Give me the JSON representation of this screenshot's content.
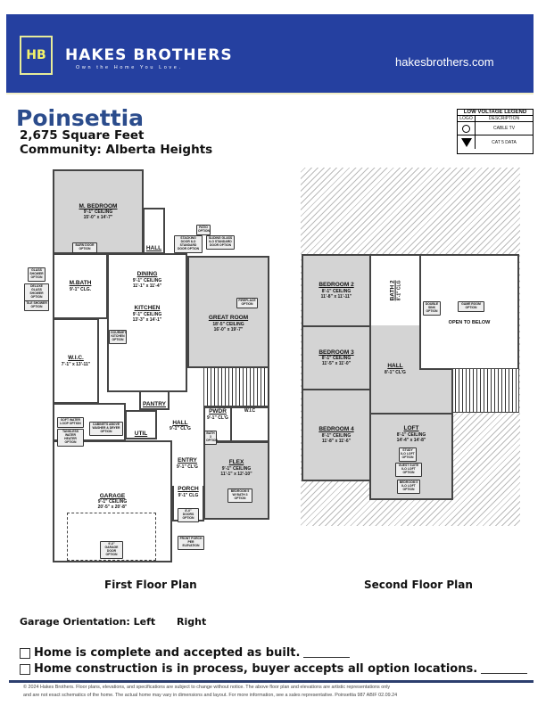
{
  "header": {
    "logo_text": "HB",
    "brand": "HAKES BROTHERS",
    "tagline": "Own the Home You Love.",
    "website": "hakesbrothers.com"
  },
  "plan": {
    "name": "Poinsettia",
    "square_feet": "2,675 Square Feet",
    "community": "Community: Alberta Heights"
  },
  "legend": {
    "title": "LOW VOLTAGE LEGEND",
    "col_logo": "LOGO",
    "col_desc": "DESCRIPTION",
    "items": [
      {
        "icon": "cable-tv-icon",
        "label": "CABLE TV"
      },
      {
        "icon": "cat5-data-icon",
        "label": "CAT 5 DATA"
      }
    ]
  },
  "first_floor": {
    "label": "First Floor Plan",
    "rooms": [
      {
        "name": "M. BEDROOM",
        "ceiling": "9'-1\"  CEILING",
        "size": "15'-0\" x 14'-7\""
      },
      {
        "name": "HALL",
        "ceiling": "",
        "size": ""
      },
      {
        "name": "M.BATH",
        "ceiling": "9'-1\" CLG.",
        "size": ""
      },
      {
        "name": "W.I.C.",
        "ceiling": "",
        "size": "7'-1\" x 13'-11\""
      },
      {
        "name": "DINING",
        "ceiling": "9'-1\"  CEILING",
        "size": "11'-1\" x 11'-4\""
      },
      {
        "name": "KITCHEN",
        "ceiling": "9'-1\"  CEILING",
        "size": "13'-3\" x 14'-1\""
      },
      {
        "name": "GREAT ROOM",
        "ceiling": "18'-5\"  CEILING",
        "size": "16'-0\" x 19'-7\""
      },
      {
        "name": "PANTRY",
        "ceiling": "",
        "size": ""
      },
      {
        "name": "UTIL",
        "ceiling": "",
        "size": ""
      },
      {
        "name": "HALL",
        "ceiling": "9'-1\" CL'G",
        "size": ""
      },
      {
        "name": "PWDR",
        "ceiling": "9'-1\" CL'G",
        "size": ""
      },
      {
        "name": "W.I.C",
        "ceiling": "",
        "size": ""
      },
      {
        "name": "ENTRY",
        "ceiling": "9'-1\" CL'G",
        "size": ""
      },
      {
        "name": "GARAGE",
        "ceiling": "9'-1\"  CEILING",
        "size": "20'-5\" x 20'-8\""
      },
      {
        "name": "FLEX",
        "ceiling": "9'-1\"  CEILING",
        "size": "11'-1\" x 12'-10\""
      },
      {
        "name": "PORCH",
        "ceiling": "9'-1\" CLG",
        "size": ""
      }
    ],
    "options": [
      "BARN DOOR OPTION",
      "GLASS SHOWER OPTION",
      "DELUXE GLASS SHOWER OPTION",
      "TILE SHOWER OPTION",
      "PATIO OPTION",
      "STACKING DOOR ILO STANDARD DOOR OPTION",
      "SLIDING GLASS ILO STANDARD DOOR OPTION",
      "FIREPLACE OPTION",
      "GOURMET KITCHEN OPTION",
      "SOFT WATER LOOP OPTION",
      "TANKLESS WATER HEATER OPTION",
      "CABINETS ABOVE WASHER & DRYER OPTION",
      "BATH 3 OPTION",
      "BEDROOM 5 W/ BATH 3 OPTION",
      "8'-0\" DOORS OPTION",
      "9'-0\" GARAGE DOOR OPTION",
      "FRONT PORCH PER ELEVATION"
    ]
  },
  "second_floor": {
    "label": "Second Floor Plan",
    "rooms": [
      {
        "name": "BEDROOM 2",
        "ceiling": "8'-1\"  CEILING",
        "size": "11'-8\" x 11'-11\""
      },
      {
        "name": "BATH 2",
        "ceiling": "8'-1\" CLG",
        "size": ""
      },
      {
        "name": "OPEN TO BELOW",
        "ceiling": "",
        "size": ""
      },
      {
        "name": "BEDROOM 3",
        "ceiling": "8'-1\"  CEILING",
        "size": "11'-5\" x 11'-0\""
      },
      {
        "name": "HALL",
        "ceiling": "8'-1\" CL'G",
        "size": ""
      },
      {
        "name": "BEDROOM 4",
        "ceiling": "8'-1\"  CEILING",
        "size": "11'-8\" x 11'-6\""
      },
      {
        "name": "LOFT",
        "ceiling": "8'-1\"  CEILING",
        "size": "14'-4\" x 14'-8\""
      }
    ],
    "options": [
      "DOUBLE SINK OPTION",
      "GAME ROOM OPTION",
      "STUDY ILO LOFT OPTION",
      "GUEST SUITE ILO LOFT OPTION",
      "BEDROOM 5 ILO LOFT OPTION"
    ]
  },
  "garage_orientation": {
    "label": "Garage Orientation: Left",
    "right": "Right"
  },
  "acceptance": [
    {
      "text": "Home is complete and accepted as built."
    },
    {
      "text": "Home construction is in process, buyer accepts all option locations."
    }
  ],
  "footer": {
    "line1": "© 2024 Hakes Brothers. Floor plans, elevations, and specifications are subject to change without notice. The above floor plan and elevations are artistic representations only",
    "line2": "and are not exact schematics of the home. The actual home may vary in dimensions and layout. For more information, see a sales representative.  Poinsettia 987 ABIF 02.09.24"
  },
  "colors": {
    "brand_blue": "#2540a0",
    "logo_yellow": "#f4f36a",
    "title_blue": "#2b4c8c"
  }
}
